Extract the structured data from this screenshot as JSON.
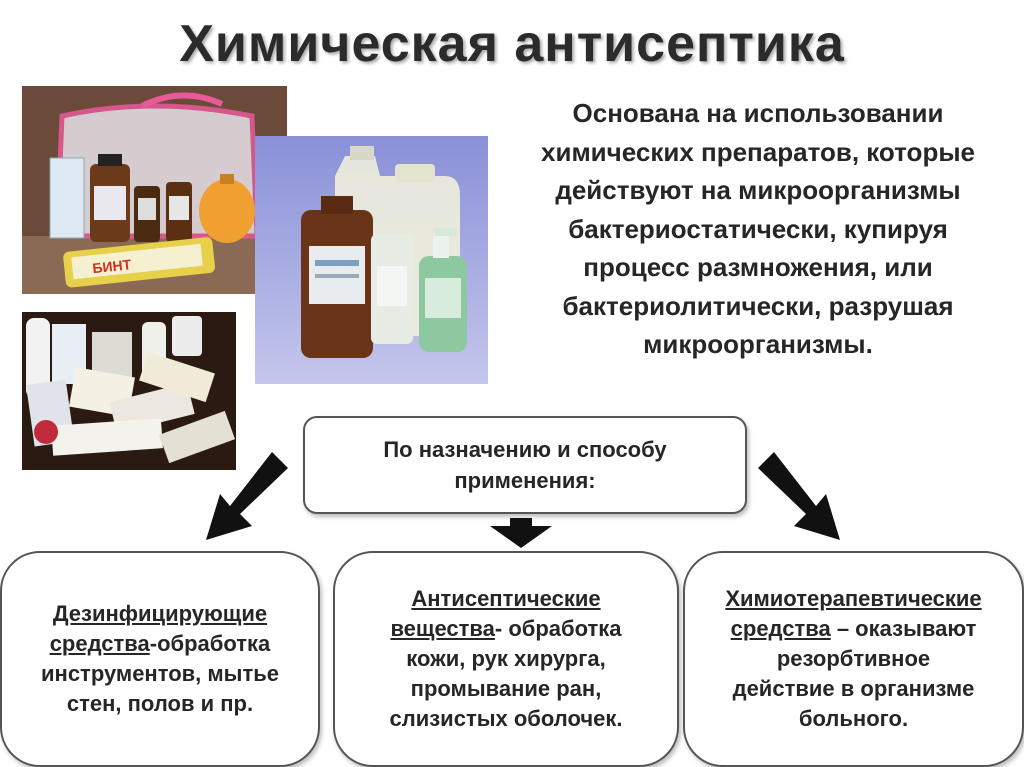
{
  "title": "Химическая антисептика",
  "intro": {
    "lines": [
      "Основана на использовании",
      "химических препаратов, которые",
      "действуют на микроорганизмы",
      "бактериостатически, купируя",
      "процесс размножения, или",
      "бактериолитически, разрушая",
      "микроорганизмы."
    ]
  },
  "center_box": {
    "line1": "По назначению и способу",
    "line2": "применения:"
  },
  "cards": [
    {
      "term_lines": [
        "Дезинфицирующие",
        "средства"
      ],
      "rest_first": "-обработка",
      "rest_lines": [
        "инструментов, мытье",
        "стен, полов и пр."
      ]
    },
    {
      "term_lines": [
        "Антисептические",
        "вещества"
      ],
      "rest_first": "- обработка",
      "rest_lines": [
        "кожи, рук хирурга,",
        "промывание ран,",
        "слизистых оболочек."
      ]
    },
    {
      "term_lines": [
        "Химиотерапевтические",
        "средства"
      ],
      "rest_first": " – оказывают",
      "rest_lines": [
        "резорбтивное",
        "действие в организме",
        "больного."
      ]
    }
  ],
  "photos": [
    {
      "icon": "first-aid-kit-photo"
    },
    {
      "icon": "medicine-packages-photo"
    },
    {
      "icon": "antiseptic-bottles-photo"
    }
  ],
  "colors": {
    "arrow": "#111111",
    "border": "#555555",
    "text": "#262626"
  }
}
